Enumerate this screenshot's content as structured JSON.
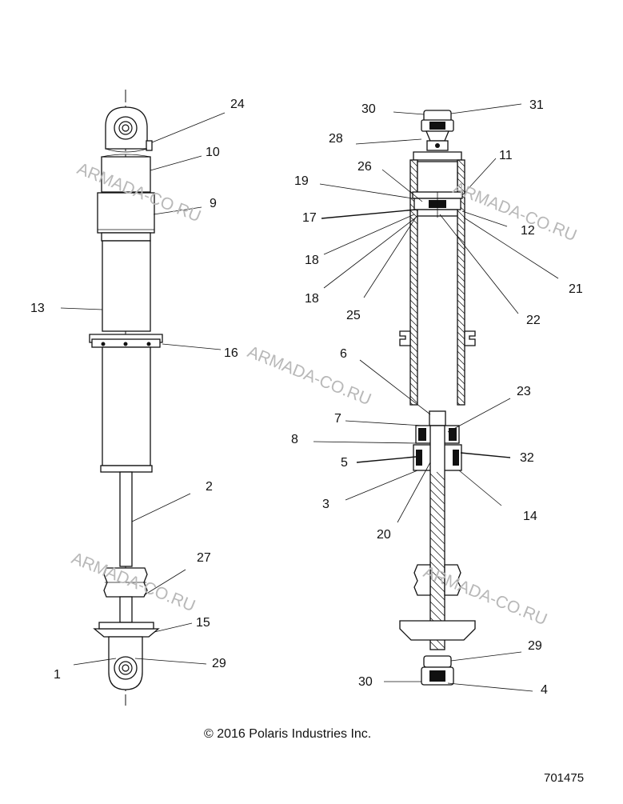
{
  "diagram": {
    "callouts": [
      {
        "id": "c24",
        "label": "24"
      },
      {
        "id": "c10",
        "label": "10"
      },
      {
        "id": "c9",
        "label": "9"
      },
      {
        "id": "c13",
        "label": "13"
      },
      {
        "id": "c16",
        "label": "16"
      },
      {
        "id": "c2",
        "label": "2"
      },
      {
        "id": "c27",
        "label": "27"
      },
      {
        "id": "c15",
        "label": "15"
      },
      {
        "id": "c1",
        "label": "1"
      },
      {
        "id": "c29a",
        "label": "29"
      },
      {
        "id": "c30a",
        "label": "30"
      },
      {
        "id": "c31",
        "label": "31"
      },
      {
        "id": "c28",
        "label": "28"
      },
      {
        "id": "c11",
        "label": "11"
      },
      {
        "id": "c26",
        "label": "26"
      },
      {
        "id": "c19",
        "label": "19"
      },
      {
        "id": "c17",
        "label": "17"
      },
      {
        "id": "c12",
        "label": "12"
      },
      {
        "id": "c18a",
        "label": "18"
      },
      {
        "id": "c18b",
        "label": "18"
      },
      {
        "id": "c21",
        "label": "21"
      },
      {
        "id": "c25",
        "label": "25"
      },
      {
        "id": "c22",
        "label": "22"
      },
      {
        "id": "c6",
        "label": "6"
      },
      {
        "id": "c23",
        "label": "23"
      },
      {
        "id": "c7",
        "label": "7"
      },
      {
        "id": "c8",
        "label": "8"
      },
      {
        "id": "c5",
        "label": "5"
      },
      {
        "id": "c32",
        "label": "32"
      },
      {
        "id": "c3",
        "label": "3"
      },
      {
        "id": "c14",
        "label": "14"
      },
      {
        "id": "c20",
        "label": "20"
      },
      {
        "id": "c29b",
        "label": "29"
      },
      {
        "id": "c30b",
        "label": "30"
      },
      {
        "id": "c4",
        "label": "4"
      }
    ],
    "watermark_text": "ARMADA-CO.RU",
    "copyright": "© 2016 Polaris Industries Inc.",
    "part_number": "701475"
  }
}
